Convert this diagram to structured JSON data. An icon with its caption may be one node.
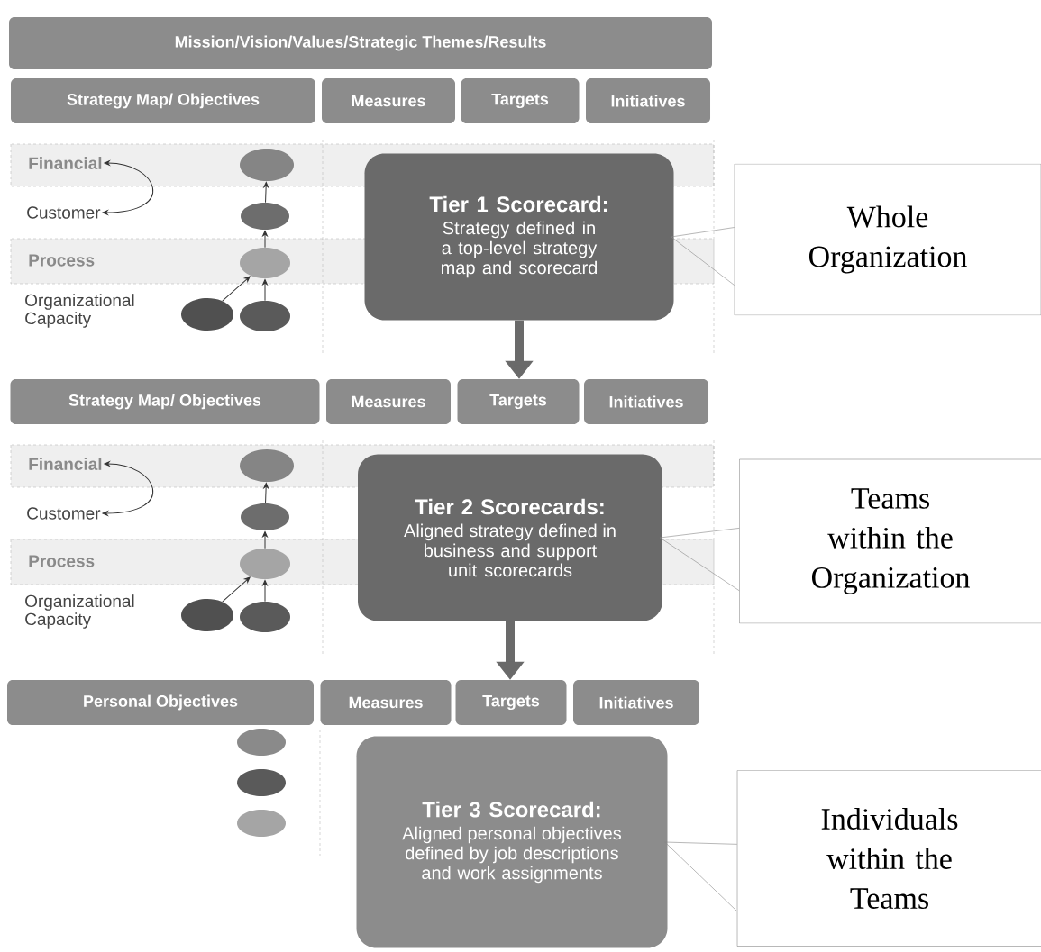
{
  "diagram": {
    "nodes": [
      {
        "text": [
          "Mission/Vision/Values/Strategic Themes/Results"
        ]
      },
      {
        "text": [
          "Strategy Map/ Objectives"
        ]
      },
      {
        "text": [
          "Measures"
        ]
      },
      {
        "text": [
          "Targets"
        ]
      },
      {
        "text": [
          "Initiatives"
        ]
      },
      {
        "text": [
          "Financial"
        ]
      },
      {
        "text": [
          "Customer"
        ]
      },
      {
        "text": [
          "Process"
        ]
      },
      {
        "text": [
          "Organizational Capacity"
        ]
      },
      {
        "text": [],
        "shape": "circle"
      },
      {
        "text": [],
        "shape": "circle"
      },
      {
        "text": [],
        "shape": "circle"
      },
      {
        "text": [],
        "shape": "circle"
      },
      {
        "text": [],
        "shape": "circle"
      },
      {
        "text": [
          "Tier 1 Scorecard:",
          "Strategy defined in a top-level strategy map and scorecard"
        ]
      },
      {
        "text": [
          "Whole Organization"
        ]
      },
      {
        "text": [
          "Strategy Map/ Objectives"
        ]
      },
      {
        "text": [
          "Measures"
        ]
      },
      {
        "text": [
          "Targets"
        ]
      },
      {
        "text": [
          "Initiatives"
        ]
      },
      {
        "text": [
          "Financial"
        ]
      },
      {
        "text": [
          "Customer"
        ]
      },
      {
        "text": [
          "Process"
        ]
      },
      {
        "text": [
          "Organizational Capacity"
        ]
      },
      {
        "text": [],
        "shape": "circle"
      },
      {
        "text": [],
        "shape": "circle"
      },
      {
        "text": [],
        "shape": "circle"
      },
      {
        "text": [],
        "shape": "circle"
      },
      {
        "text": [],
        "shape": "circle"
      },
      {
        "text": [
          "Tier 2 Scorecards:",
          "Aligned strategy defined in business and support unit scorecards"
        ]
      },
      {
        "text": [
          "Teams within the Organization"
        ]
      },
      {
        "text": [
          "Personal Objectives"
        ]
      },
      {
        "text": [
          "Measures"
        ]
      },
      {
        "text": [
          "Targets"
        ]
      },
      {
        "text": [
          "Initiatives"
        ]
      },
      {
        "text": [],
        "shape": "circle"
      },
      {
        "text": [],
        "shape": "circle"
      },
      {
        "text": [],
        "shape": "circle"
      },
      {
        "text": [
          "Tier 3 Scorecard:",
          "Aligned personal objectives defined by job descriptions and work assignments"
        ]
      },
      {
        "text": [
          "Individuals within the Teams"
        ]
      }
    ],
    "edges": [
      {
        "from": 5,
        "to": 6,
        "arrow": "both"
      },
      {
        "from": 10,
        "to": 9,
        "arrow": "to"
      },
      {
        "from": 11,
        "to": 10,
        "arrow": "to"
      },
      {
        "from": 12,
        "to": 11,
        "arrow": "to"
      },
      {
        "from": 13,
        "to": 11,
        "arrow": "to"
      },
      {
        "from": 14,
        "to": 18,
        "arrow": "to",
        "style": "thick",
        "color": "#6a6a6a"
      },
      {
        "from": 15,
        "to": 14,
        "arrow": "none"
      },
      {
        "from": 20,
        "to": 21,
        "arrow": "both"
      },
      {
        "from": 25,
        "to": 24,
        "arrow": "to"
      },
      {
        "from": 26,
        "to": 25,
        "arrow": "to"
      },
      {
        "from": 27,
        "to": 26,
        "arrow": "to"
      },
      {
        "from": 28,
        "to": 26,
        "arrow": "to"
      },
      {
        "from": 29,
        "to": 33,
        "arrow": "to",
        "style": "thick",
        "color": "#6a6a6a"
      },
      {
        "from": 30,
        "to": 29,
        "arrow": "none"
      },
      {
        "from": 39,
        "to": 38,
        "arrow": "none"
      }
    ]
  }
}
